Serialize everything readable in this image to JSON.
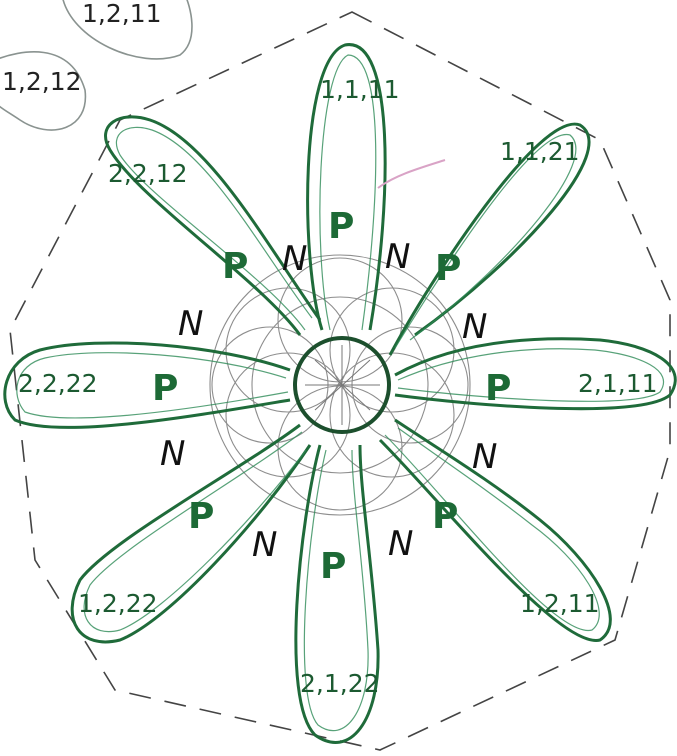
{
  "petal_labels": {
    "top": "1,1,11",
    "upper_right": "1,1,21",
    "right": "2,1,11",
    "lower_right": "1,2,11",
    "bottom": "2,1,22",
    "lower_left": "1,2,22",
    "left": "2,2,22",
    "upper_left": "2,2,12"
  },
  "faded_labels": {
    "corner_top": "1,2,11",
    "corner_left": "1,2,12"
  },
  "markers": {
    "p": "P",
    "n": "N"
  },
  "colors": {
    "petal": "#1f6b3a",
    "rings": "#8d8d8d",
    "hexagon": "#444444"
  }
}
